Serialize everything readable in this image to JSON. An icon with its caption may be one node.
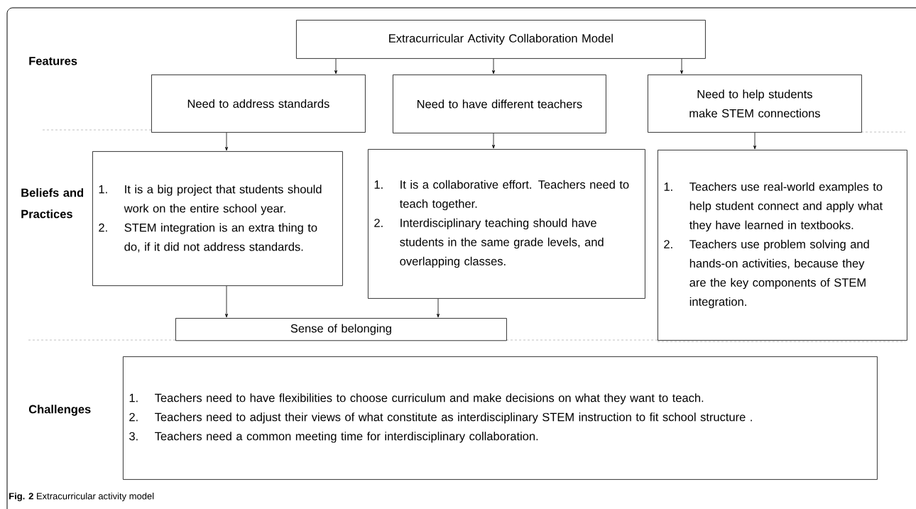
{
  "diagram": {
    "caption": "**Fig. 2** Extracurricular activity model",
    "nodes": [
      {
        "text": [
          "Extracurricular Activity Collaboration Model"
        ]
      },
      {
        "text": [
          "Need to address standards"
        ]
      },
      {
        "text": [
          "Need to have different teachers"
        ]
      },
      {
        "text": [
          "Need to help students make STEM connections"
        ]
      },
      {
        "text": [
          "1.",
          "It is a big project that students should work on the entire school year.",
          "2.",
          "STEM integration is an extra thing to do, if it did not address standards."
        ]
      },
      {
        "text": [
          "1.",
          "It is a collaborative effort. Teachers need to teach together.",
          "2.",
          "Interdisciplinary teaching should have students in the same grade levels, and overlapping classes."
        ]
      },
      {
        "text": [
          "1.",
          "Teachers use real-world examples to help student connect and apply what they have learned in textbooks.",
          "2.",
          "Teachers use problem solving and hands-on activities, because they are the key components of STEM integration."
        ]
      },
      {
        "text": [
          "Sense of belonging"
        ]
      },
      {
        "text": [
          "1.",
          "Teachers need to have flexibilities to choose curriculum and make decisions on what they want to teach.",
          "2.",
          "Teachers need to adjust their views of what constitute as interdisciplinary STEM instruction to fit school structure .",
          "3.",
          "Teachers need a common meeting time for interdisciplinary collaboration."
        ]
      }
    ],
    "edges": [
      {
        "from": 0,
        "to": 1,
        "arrow": "to"
      },
      {
        "from": 0,
        "to": 2,
        "arrow": "to"
      },
      {
        "from": 0,
        "to": 3,
        "arrow": "to"
      },
      {
        "from": 1,
        "to": 4,
        "arrow": "to"
      },
      {
        "from": 2,
        "to": 5,
        "arrow": "to"
      },
      {
        "from": 3,
        "to": 6,
        "arrow": "to"
      },
      {
        "from": 4,
        "to": 7,
        "arrow": "to"
      },
      {
        "from": 5,
        "to": 7,
        "arrow": "to"
      }
    ],
    "labels": [
      "Features",
      "Beliefs and Practices",
      "Challenges"
    ]
  }
}
